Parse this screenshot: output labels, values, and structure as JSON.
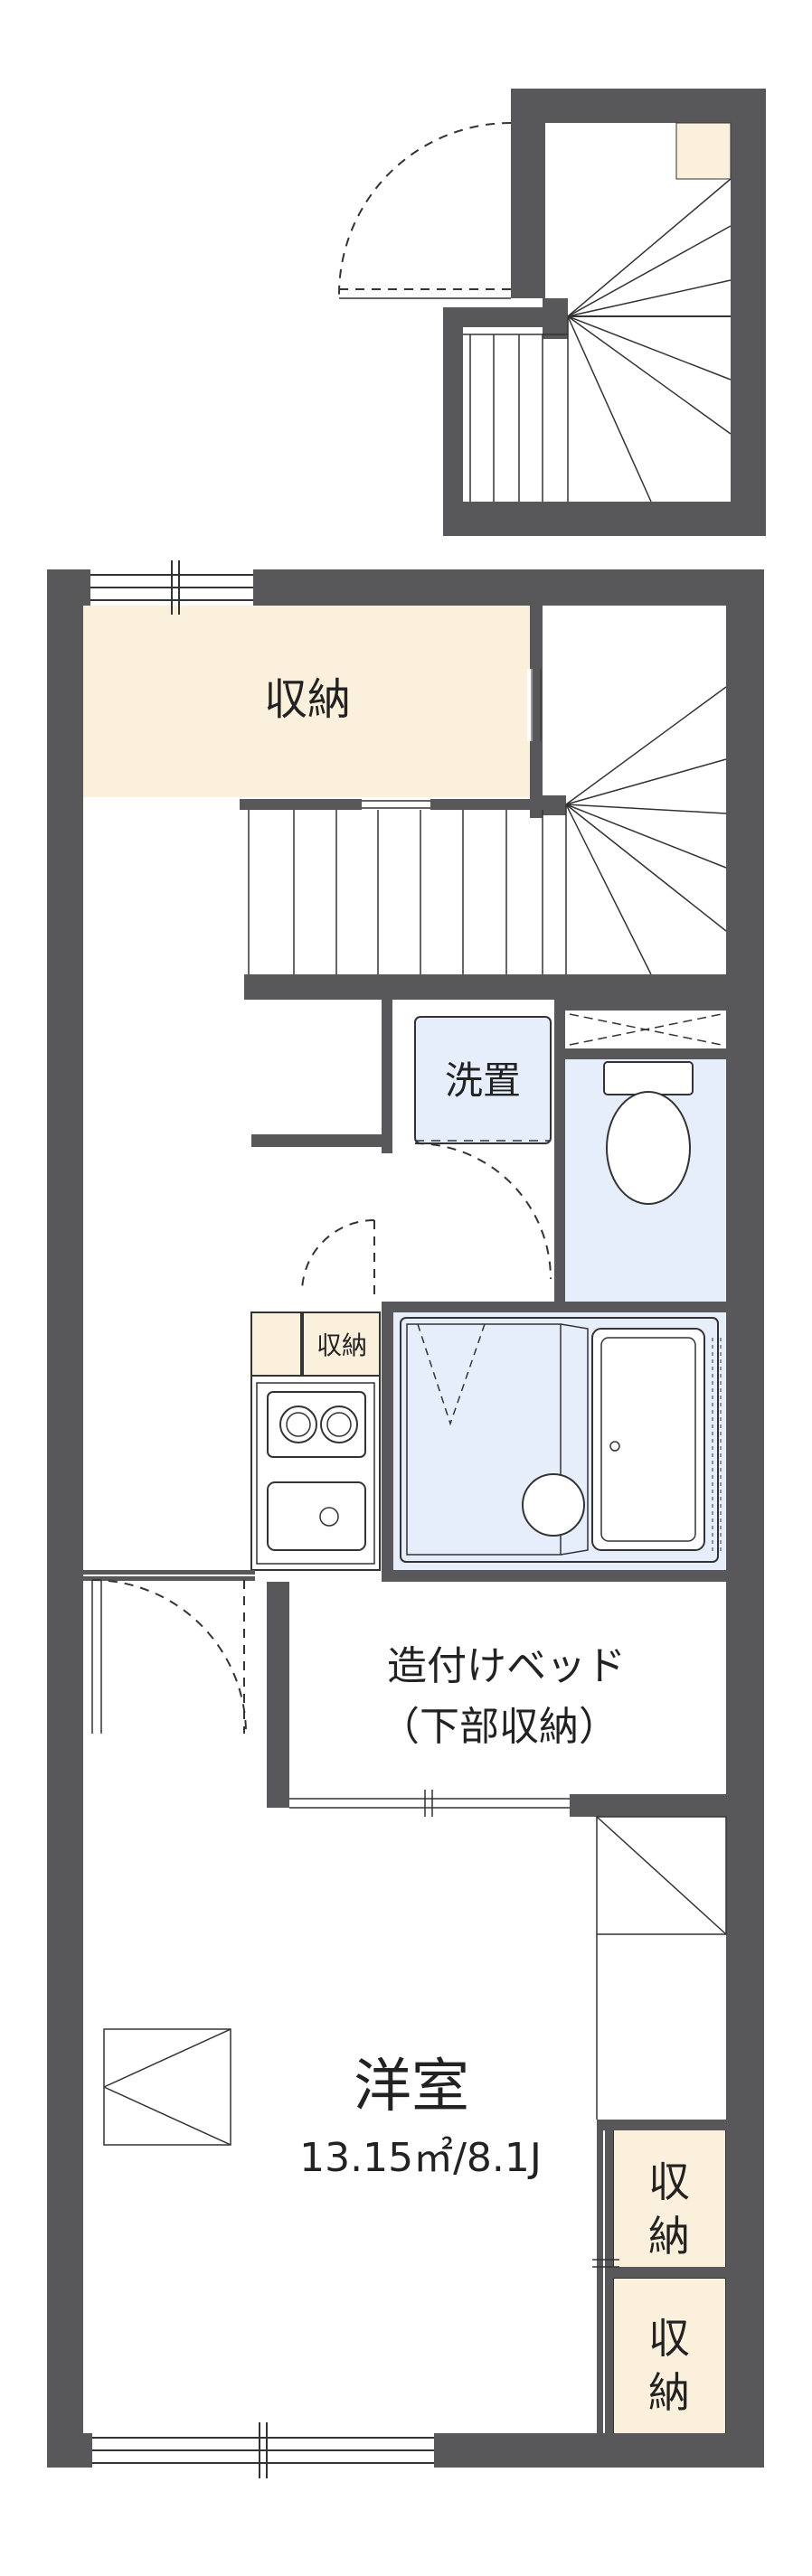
{
  "rooms": {
    "storage_top": {
      "label": "収納"
    },
    "laundry": {
      "label": "洗置"
    },
    "kitchen_storage": {
      "label": "収納"
    },
    "builtin_bed": {
      "line1": "造付けベッド",
      "line2": "（下部収納）"
    },
    "western_room": {
      "label": "洋室",
      "area": "13.15㎡/8.1J"
    },
    "closet_upper": {
      "line1": "収",
      "line2": "納"
    },
    "closet_lower": {
      "line1": "収",
      "line2": "納"
    }
  },
  "colors": {
    "wall": "#58585a",
    "storage_fill": "#fbf0dc",
    "wet_fill": "#e6eefc",
    "line": "#333333"
  }
}
